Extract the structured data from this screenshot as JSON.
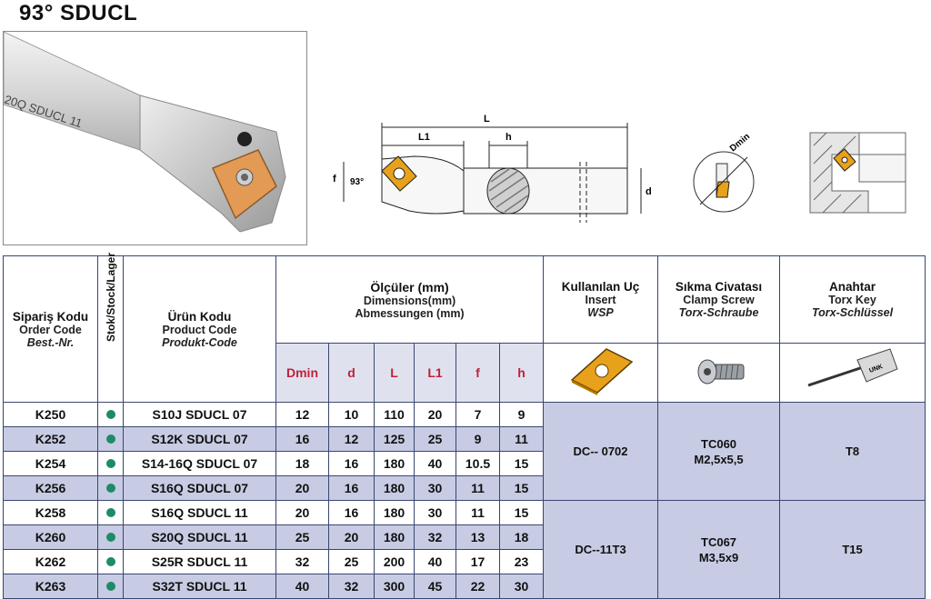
{
  "title": "93° SDUCL",
  "photo": {
    "engraving": "20Q SDUCL 11"
  },
  "drawing": {
    "L": "L",
    "L1": "L1",
    "h": "h",
    "f": "f",
    "d": "d",
    "angle": "93°",
    "dmin": "Dmin"
  },
  "headers": {
    "order": {
      "tr": "Sipariş Kodu",
      "en": "Order Code",
      "de": "Best.-Nr."
    },
    "stock": "Stok/Stock/Lager",
    "product": {
      "tr": "Ürün Kodu",
      "en": "Product Code",
      "de": "Produkt-Code"
    },
    "dims": {
      "tr": "Ölçüler (mm)",
      "en": "Dimensions(mm)",
      "de": "Abmessungen (mm)"
    },
    "insert": {
      "tr": "Kullanılan Uç",
      "en": "Insert",
      "de": "WSP"
    },
    "screw": {
      "tr": "Sıkma Civatası",
      "en": "Clamp Screw",
      "de": "Torx-Schraube"
    },
    "key": {
      "tr": "Anahtar",
      "en": "Torx Key",
      "de": "Torx-Schlüssel"
    },
    "dim_cols": [
      "Dmin",
      "d",
      "L",
      "L1",
      "f",
      "h"
    ]
  },
  "rows": [
    {
      "order": "K250",
      "product": "S10J SDUCL 07",
      "dims": [
        "12",
        "10",
        "110",
        "20",
        "7",
        "9"
      ]
    },
    {
      "order": "K252",
      "product": "S12K SDUCL 07",
      "dims": [
        "16",
        "12",
        "125",
        "25",
        "9",
        "11"
      ]
    },
    {
      "order": "K254",
      "product": "S14-16Q SDUCL 07",
      "dims": [
        "18",
        "16",
        "180",
        "40",
        "10.5",
        "15"
      ]
    },
    {
      "order": "K256",
      "product": "S16Q SDUCL 07",
      "dims": [
        "20",
        "16",
        "180",
        "30",
        "11",
        "15"
      ]
    },
    {
      "order": "K258",
      "product": "S16Q SDUCL 11",
      "dims": [
        "20",
        "16",
        "180",
        "30",
        "11",
        "15"
      ]
    },
    {
      "order": "K260",
      "product": "S20Q SDUCL 11",
      "dims": [
        "25",
        "20",
        "180",
        "32",
        "13",
        "18"
      ]
    },
    {
      "order": "K262",
      "product": "S25R SDUCL 11",
      "dims": [
        "32",
        "25",
        "200",
        "40",
        "17",
        "23"
      ]
    },
    {
      "order": "K263",
      "product": "S32T SDUCL 11",
      "dims": [
        "40",
        "32",
        "300",
        "45",
        "22",
        "30"
      ]
    }
  ],
  "groups": [
    {
      "insert": "DC-- 0702",
      "screw_code": "TC060",
      "screw_size": "M2,5x5,5",
      "key": "T8"
    },
    {
      "insert": "DC--11T3",
      "screw_code": "TC067",
      "screw_size": "M3,5x9",
      "key": "T15"
    }
  ],
  "colors": {
    "stock_dot": "#1f8a66",
    "dim_header": "#c0203a",
    "row_shade": "#c7cce4",
    "insert": "#e8a11a"
  }
}
